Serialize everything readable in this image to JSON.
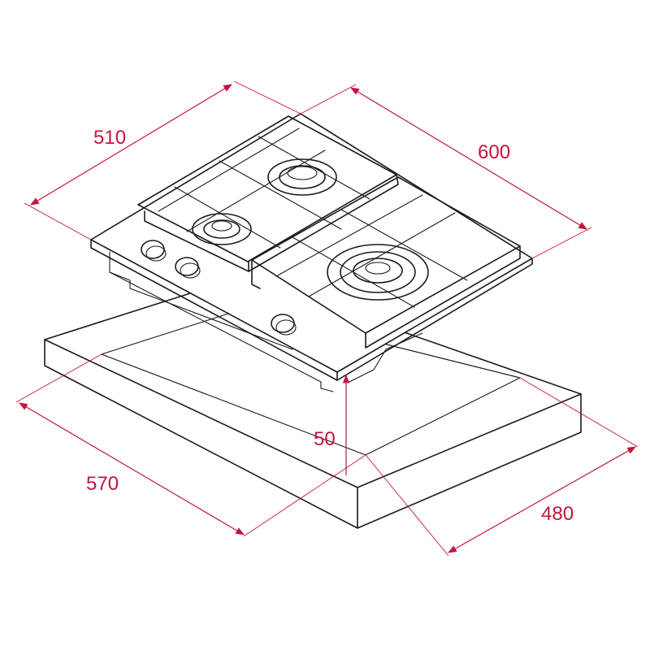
{
  "dimensions": {
    "depth_top": "510",
    "width_top": "600",
    "height_side": "50",
    "cutout_width": "570",
    "cutout_depth": "480"
  },
  "colors": {
    "dimension": "#c4143c",
    "outline": "#1a1a1a",
    "background": "#ffffff"
  }
}
